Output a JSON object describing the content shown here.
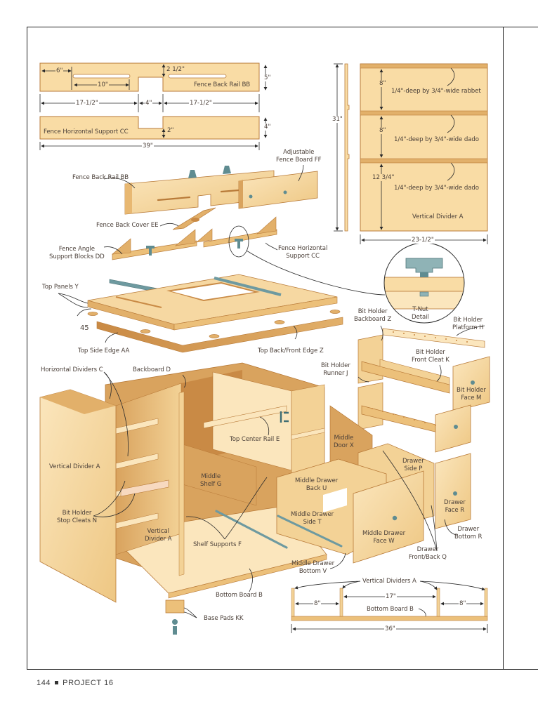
{
  "page": {
    "page_number": "144",
    "section": "PROJECT 16"
  },
  "colors": {
    "wood_light": "#f9dca5",
    "wood_mid": "#ecc07a",
    "wood_dark": "#c98a45",
    "wood_edge": "#b87a38",
    "hardware": "#5f8c91",
    "line": "#2a2a2a",
    "text": "#4a3f38"
  },
  "fence_plan": {
    "back_rail_label": "Fence Back Rail BB",
    "support_label": "Fence Horizontal Support CC",
    "dims": {
      "slot_offset": "6\"",
      "slot_length": "10\"",
      "notch_depth_rail": "2 1/2\"",
      "rail_height": "5\"",
      "left_length": "17-1/2\"",
      "notch_width": "4\"",
      "right_length": "17-1/2\"",
      "notch_depth_support": "2\"",
      "support_height": "4\"",
      "overall_length": "39\""
    }
  },
  "divider_elevation": {
    "title": "Vertical Divider A",
    "height": "31\"",
    "width": "23-1/2\"",
    "spacings": [
      "8\"",
      "8\"",
      "12 3/4\""
    ],
    "joints": [
      "1/4\"-deep by 3/4\"-wide rabbet",
      "1/4\"-deep by 3/4\"-wide dado",
      "1/4\"-deep by 3/4\"-wide dado"
    ]
  },
  "fence_assembly": {
    "labels": {
      "adjustable_fence_board": "Adjustable\nFence Board FF",
      "fence_back_rail": "Fence Back Rail BB",
      "fence_back_cover": "Fence Back Cover EE",
      "fence_angle_blocks": "Fence Angle\nSupport Blocks DD",
      "fence_horizontal_support": "Fence Horizontal\nSupport CC"
    }
  },
  "tnut_detail": {
    "label": "T-Nut\nDetail"
  },
  "top_assembly": {
    "labels": {
      "top_panels": "Top Panels Y",
      "biscuit_size": "45",
      "top_side_edge": "Top Side Edge AA",
      "top_back_front_edge": "Top Back/Front Edge Z"
    }
  },
  "bit_holder": {
    "labels": {
      "backboard": "Bit Holder\nBackboard Z",
      "platform": "Bit Holder\nPlatform H",
      "front_cleat": "Bit Holder\nFront Cleat K",
      "runner": "Bit Holder\nRunner J",
      "face": "Bit Holder\nFace M"
    }
  },
  "cabinet": {
    "labels": {
      "horizontal_dividers": "Horizontal Dividers C",
      "backboard": "Backboard D",
      "vertical_divider_left": "Vertical Divider A",
      "top_center_rail": "Top Center Rail E",
      "middle_shelf": "Middle\nShelf G",
      "middle_door": "Middle\nDoor X",
      "middle_drawer_back": "Middle Drawer\nBack U",
      "drawer_side": "Drawer\nSide P",
      "middle_drawer_side": "Middle Drawer\nSide T",
      "drawer_face": "Drawer\nFace R",
      "bit_holder_stop_cleats": "Bit Holder\nStop Cleats N",
      "vertical_divider_center": "Vertical\nDivider A",
      "shelf_supports": "Shelf Supports F",
      "middle_drawer_face": "Middle Drawer\nFace W",
      "drawer_bottom": "Drawer\nBottom R",
      "drawer_front_back": "Drawer\nFront/Back Q",
      "middle_drawer_bottom": "Middle Drawer\nBottom V",
      "bottom_board": "Bottom Board B",
      "base_pads": "Base Pads KK"
    }
  },
  "bottom_plan": {
    "dividers_label": "Vertical Dividers A",
    "bottom_label": "Bottom Board B",
    "dims": {
      "left_bay": "8\"",
      "center_bay": "17\"",
      "right_bay": "8\"",
      "overall": "36\""
    }
  }
}
